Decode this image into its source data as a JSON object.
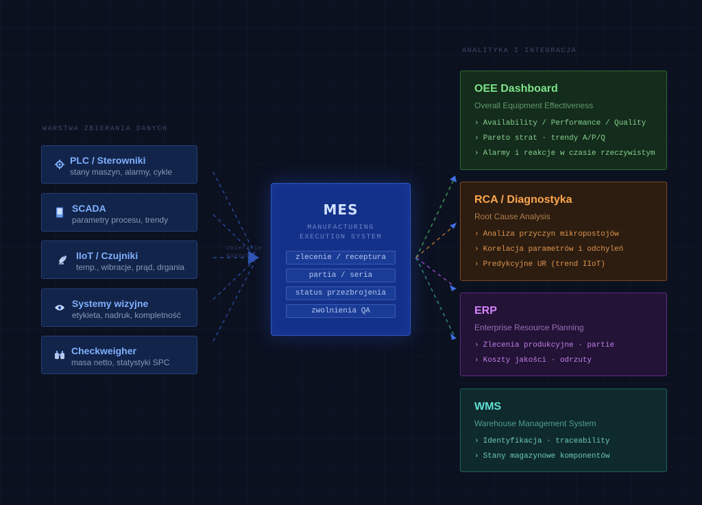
{
  "sections": {
    "left_label": "WARSTWA ZBIERANIA DANYCH",
    "right_label": "ANALITYKA I INTEGRACJA"
  },
  "sources": [
    {
      "title": "PLC / Sterowniki",
      "subtitle": "stany maszyn, alarmy, cykle",
      "icon": "gear-icon"
    },
    {
      "title": "SCADA",
      "subtitle": "parametry procesu, trendy",
      "icon": "tablet-icon"
    },
    {
      "title": "IIoT / Czujniki",
      "subtitle": "temp., wibracje, prąd, drgania",
      "icon": "satellite-antenna-icon"
    },
    {
      "title": "Systemy wizyjne",
      "subtitle": "etykieta, nadruk, kompletność",
      "icon": "eye-icon"
    },
    {
      "title": "Checkweigher",
      "subtitle": "masa netto, statystyki SPC",
      "icon": "weight-scale-icon"
    }
  ],
  "connector": {
    "line1": "zbieranie",
    "line2": "danych"
  },
  "mes": {
    "title": "MES",
    "subtitle_line1": "MANUFACTURING",
    "subtitle_line2": "EXECUTION SYSTEM",
    "modules": [
      "zlecenie / receptura",
      "partia / seria",
      "status przezbrojenia",
      "zwolnienia QA"
    ]
  },
  "outputs": [
    {
      "title": "OEE Dashboard",
      "subtitle": "Overall Equipment Effectiveness",
      "items": [
        "Availability / Performance / Quality",
        "Pareto strat · trendy A/P/Q",
        "Alarmy i reakcje w czasie rzeczywistym"
      ],
      "color": "#7de38a"
    },
    {
      "title": "RCA / Diagnostyka",
      "subtitle": "Root Cause Analysis",
      "items": [
        "Analiza przyczyn mikropostojów",
        "Korelacja parametrów i odchyleń",
        "Predykcyjne UR (trend IIoT)"
      ],
      "color": "#ffa64d"
    },
    {
      "title": "ERP",
      "subtitle": "Enterprise Resource Planning",
      "items": [
        "Zlecenia produkcyjne · partie",
        "Koszty jakości · odrzuty"
      ],
      "color": "#d783ff"
    },
    {
      "title": "WMS",
      "subtitle": "Warehouse Management System",
      "items": [
        "Identyfikacja · traceability",
        "Stany magazynowe komponentów"
      ],
      "color": "#5fe0d4"
    }
  ],
  "item_marker": "›",
  "colors": {
    "background": "#0c1120",
    "source_accent": "#7fb0ff",
    "mes_fill": "#14318a",
    "input_lines": "#3a62c8"
  }
}
